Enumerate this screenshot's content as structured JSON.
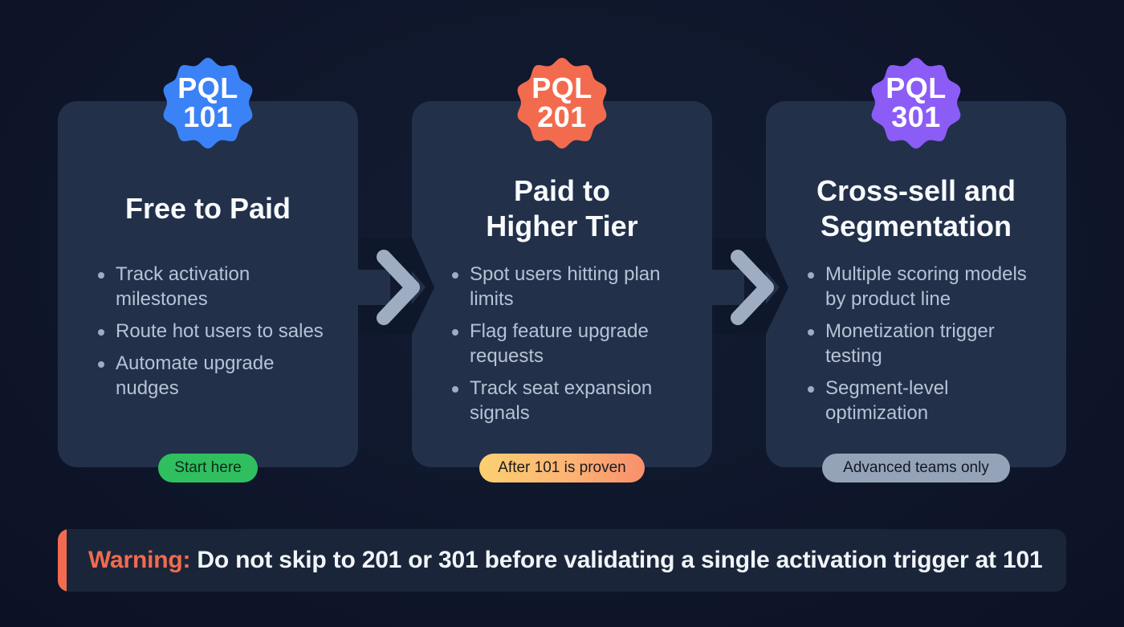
{
  "colors": {
    "background": "#0e1529",
    "card": "#22304a",
    "badge_101": "#3b82f6",
    "badge_201": "#f26b4e",
    "badge_301": "#8b5cf6",
    "pill_101": "#2fbf5f",
    "pill_201_gradient": [
      "#fbd071",
      "#f88f6c"
    ],
    "pill_301": "#94a3b8",
    "arrow": "#9fadc2",
    "warning_accent": "#f26b4e",
    "bullet_text": "#b7c2d3",
    "title_text": "#f8fafc"
  },
  "stages": [
    {
      "badge": {
        "line1": "PQL",
        "line2": "101",
        "shape": "scalloped-seal-icon",
        "color": "#3b82f6"
      },
      "title": "Free to Paid",
      "bullets": [
        "Track activation milestones",
        "Route hot users to sales",
        "Automate upgrade nudges"
      ],
      "pill": "Start here"
    },
    {
      "badge": {
        "line1": "PQL",
        "line2": "201",
        "shape": "scalloped-seal-icon",
        "color": "#f26b4e"
      },
      "title": "Paid to Higher Tier",
      "title_lines": [
        "Paid to",
        "Higher Tier"
      ],
      "bullets": [
        "Spot users hitting plan limits",
        "Flag feature upgrade requests",
        "Track seat expansion signals"
      ],
      "pill": "After 101 is proven"
    },
    {
      "badge": {
        "line1": "PQL",
        "line2": "301",
        "shape": "scalloped-seal-icon",
        "color": "#8b5cf6"
      },
      "title": "Cross-sell and Segmentation",
      "title_lines": [
        "Cross-sell and",
        "Segmentation"
      ],
      "bullets": [
        "Multiple scoring models by product line",
        "Monetization trigger testing",
        "Segment-level optimization"
      ],
      "pill": "Advanced teams only"
    }
  ],
  "connectors": [
    {
      "icon": "chevron-right-icon",
      "from": "PQL 101",
      "to": "PQL 201"
    },
    {
      "icon": "chevron-right-icon",
      "from": "PQL 201",
      "to": "PQL 301"
    }
  ],
  "warning": {
    "label": "Warning:",
    "message": " Do not skip to 201 or 301 before validating a single activation trigger at 101"
  }
}
